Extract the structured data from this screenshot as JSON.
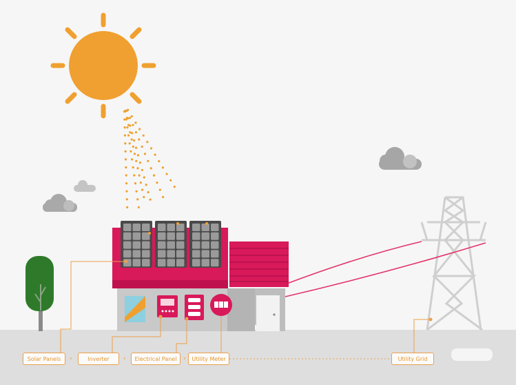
{
  "labels": {
    "solar_panels": "Solar Panels",
    "inverter": "Inverter",
    "electrical_panel": "Electrical Panel",
    "utility_meter": "Utility Meter",
    "utility_grid": "Utility Grid"
  },
  "flow_separator": "›",
  "colors": {
    "background": "#f6f6f6",
    "ground": "#dedede",
    "sun": "#f0a030",
    "accent": "#eba04a",
    "roof": "#d8195a",
    "wall": "#c9c9c9",
    "panel": "#5c5c5c",
    "tower": "#cfcfcf",
    "power_line": "#e2336a",
    "tree": "#2e7a2a",
    "cloud": "#a9a9a9"
  }
}
